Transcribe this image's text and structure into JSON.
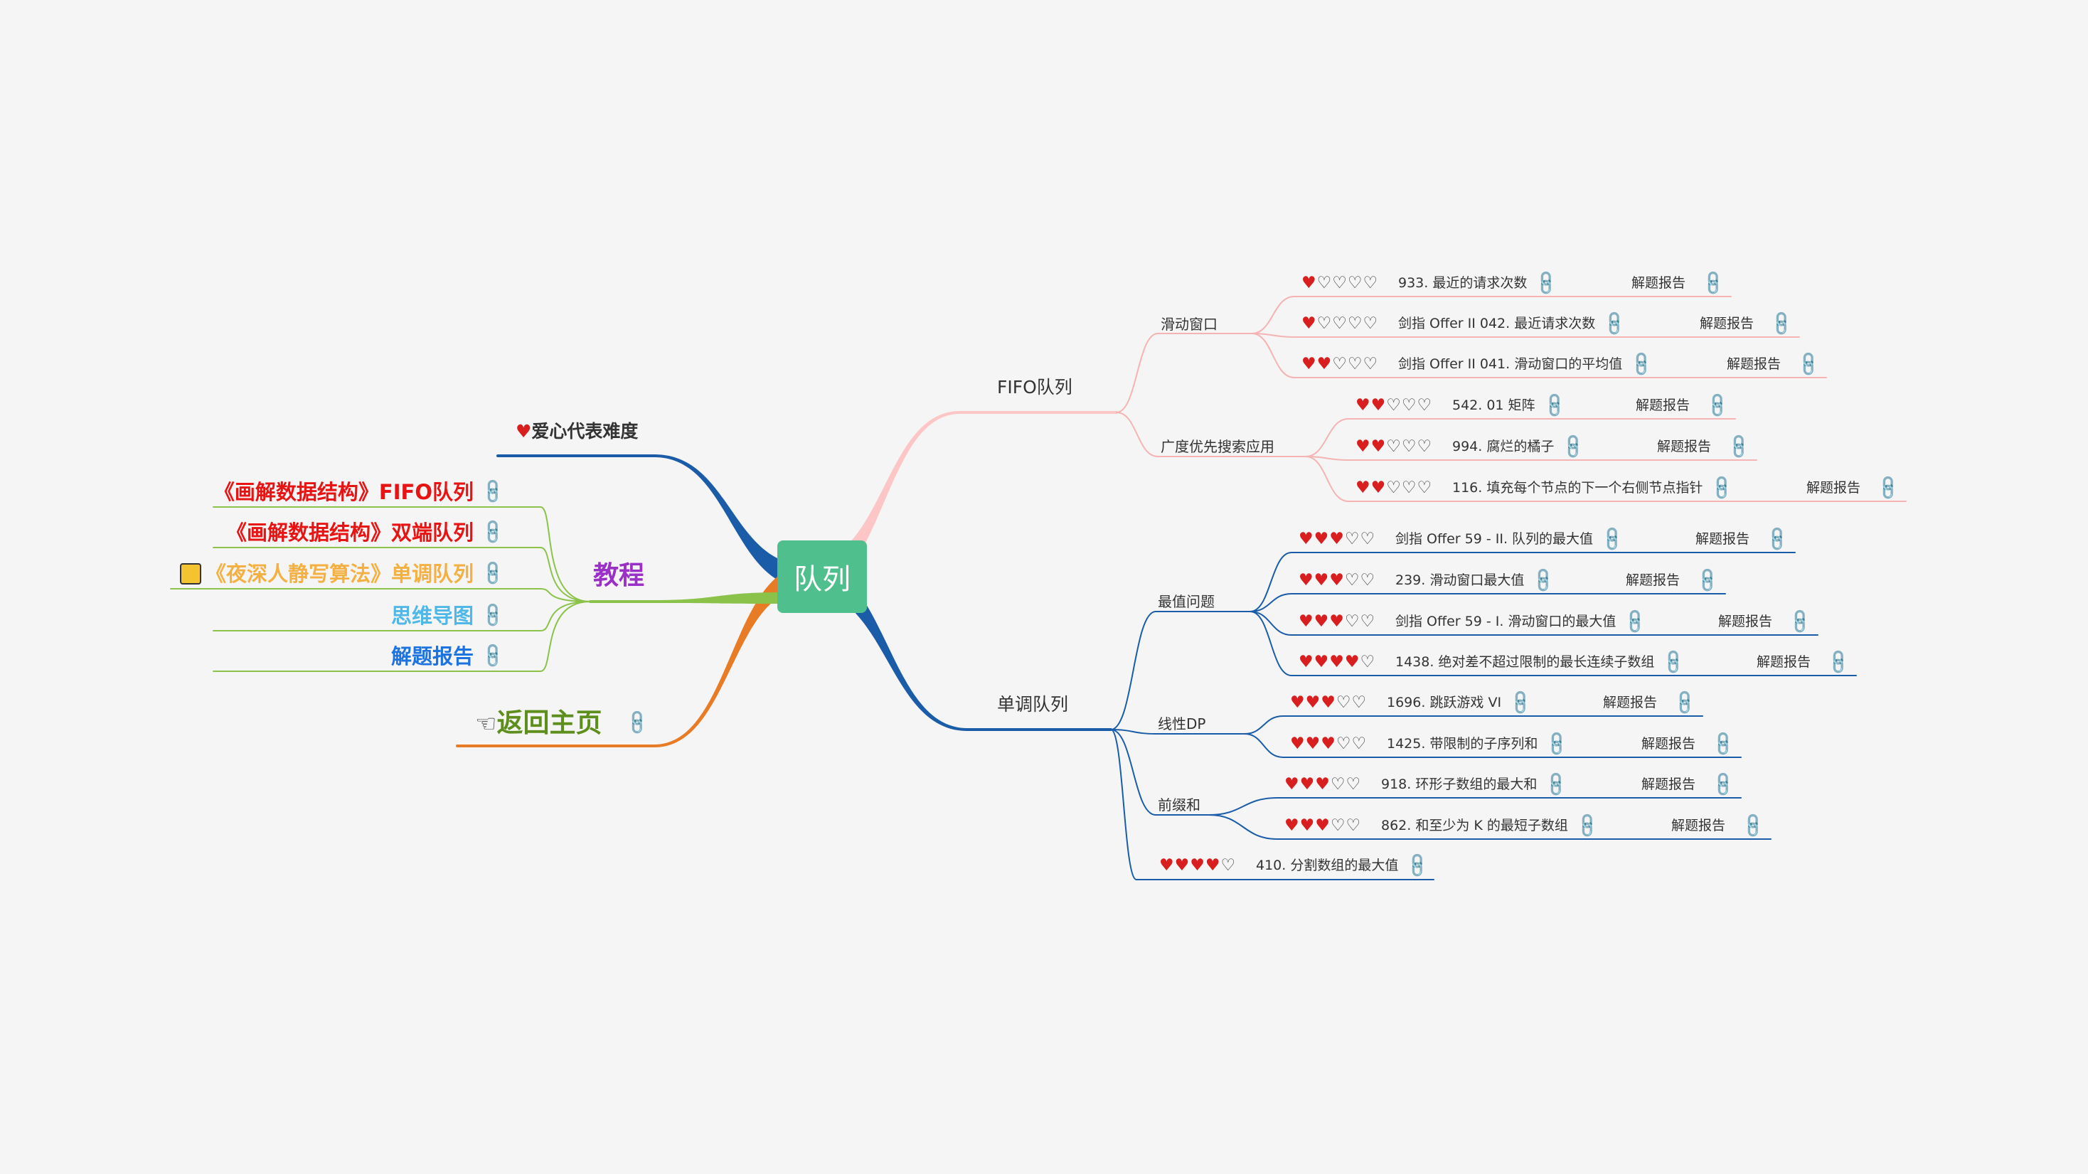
{
  "root": {
    "label": "队列"
  },
  "left": {
    "legend": "爱心代表难度",
    "tutorial": {
      "label": "教程",
      "items": [
        {
          "label": "《画解数据结构》FIFO队列"
        },
        {
          "label": "《画解数据结构》双端队列"
        },
        {
          "label": "《夜深人静写算法》单调队列"
        },
        {
          "label": "思维导图"
        },
        {
          "label": "解题报告"
        }
      ]
    },
    "home": {
      "label": "返回主页"
    }
  },
  "fifo": {
    "label": "FIFO队列",
    "groups": [
      {
        "label": "滑动窗口",
        "items": [
          {
            "difficulty": 1,
            "title": "933. 最近的请求次数",
            "report": "解题报告"
          },
          {
            "difficulty": 1,
            "title": "剑指 Offer II 042. 最近请求次数",
            "report": "解题报告"
          },
          {
            "difficulty": 2,
            "title": "剑指 Offer II 041. 滑动窗口的平均值",
            "report": "解题报告"
          }
        ]
      },
      {
        "label": "广度优先搜索应用",
        "items": [
          {
            "difficulty": 2,
            "title": "542. 01 矩阵",
            "report": "解题报告"
          },
          {
            "difficulty": 2,
            "title": "994. 腐烂的橘子",
            "report": "解题报告"
          },
          {
            "difficulty": 2,
            "title": "116. 填充每个节点的下一个右侧节点指针",
            "report": "解题报告"
          }
        ]
      }
    ]
  },
  "mono": {
    "label": "单调队列",
    "groups": [
      {
        "label": "最值问题",
        "items": [
          {
            "difficulty": 3,
            "title": "剑指 Offer 59 - II. 队列的最大值",
            "report": "解题报告"
          },
          {
            "difficulty": 3,
            "title": "239. 滑动窗口最大值",
            "report": "解题报告"
          },
          {
            "difficulty": 3,
            "title": "剑指 Offer 59 - I. 滑动窗口的最大值",
            "report": "解题报告"
          },
          {
            "difficulty": 4,
            "title": "1438. 绝对差不超过限制的最长连续子数组",
            "report": "解题报告"
          }
        ]
      },
      {
        "label": "线性DP",
        "items": [
          {
            "difficulty": 3,
            "title": "1696. 跳跃游戏 VI",
            "report": "解题报告"
          },
          {
            "difficulty": 3,
            "title": "1425. 带限制的子序列和",
            "report": "解题报告"
          }
        ]
      },
      {
        "label": "前缀和",
        "items": [
          {
            "difficulty": 3,
            "title": "918. 环形子数组的最大和",
            "report": "解题报告"
          },
          {
            "difficulty": 3,
            "title": "862. 和至少为 K 的最短子数组",
            "report": "解题报告"
          }
        ]
      }
    ],
    "single": {
      "difficulty": 4,
      "title": "410. 分割数组的最大值"
    }
  },
  "colors": {
    "root": "#4fc08d",
    "fifo_branch": "#fcc6c6",
    "mono_branch": "#1a5ca8",
    "legend_branch": "#1a5ca8",
    "tutorial_branch": "#8bc34a",
    "home_branch": "#e87c26",
    "tutorial_label": "#9b30c8",
    "home_label": "#5e8f1c",
    "item_fifo": "#e81313",
    "item_deque": "#e81313",
    "item_algo": "#f4b042",
    "item_mindmap": "#4fb8e8",
    "item_report": "#1d73e0",
    "heart": "#d81e1e",
    "link": "#5b8ee6"
  },
  "icons": [
    "heart-icon",
    "attachment-link-icon",
    "lock-icon",
    "pointing-hand-icon"
  ]
}
